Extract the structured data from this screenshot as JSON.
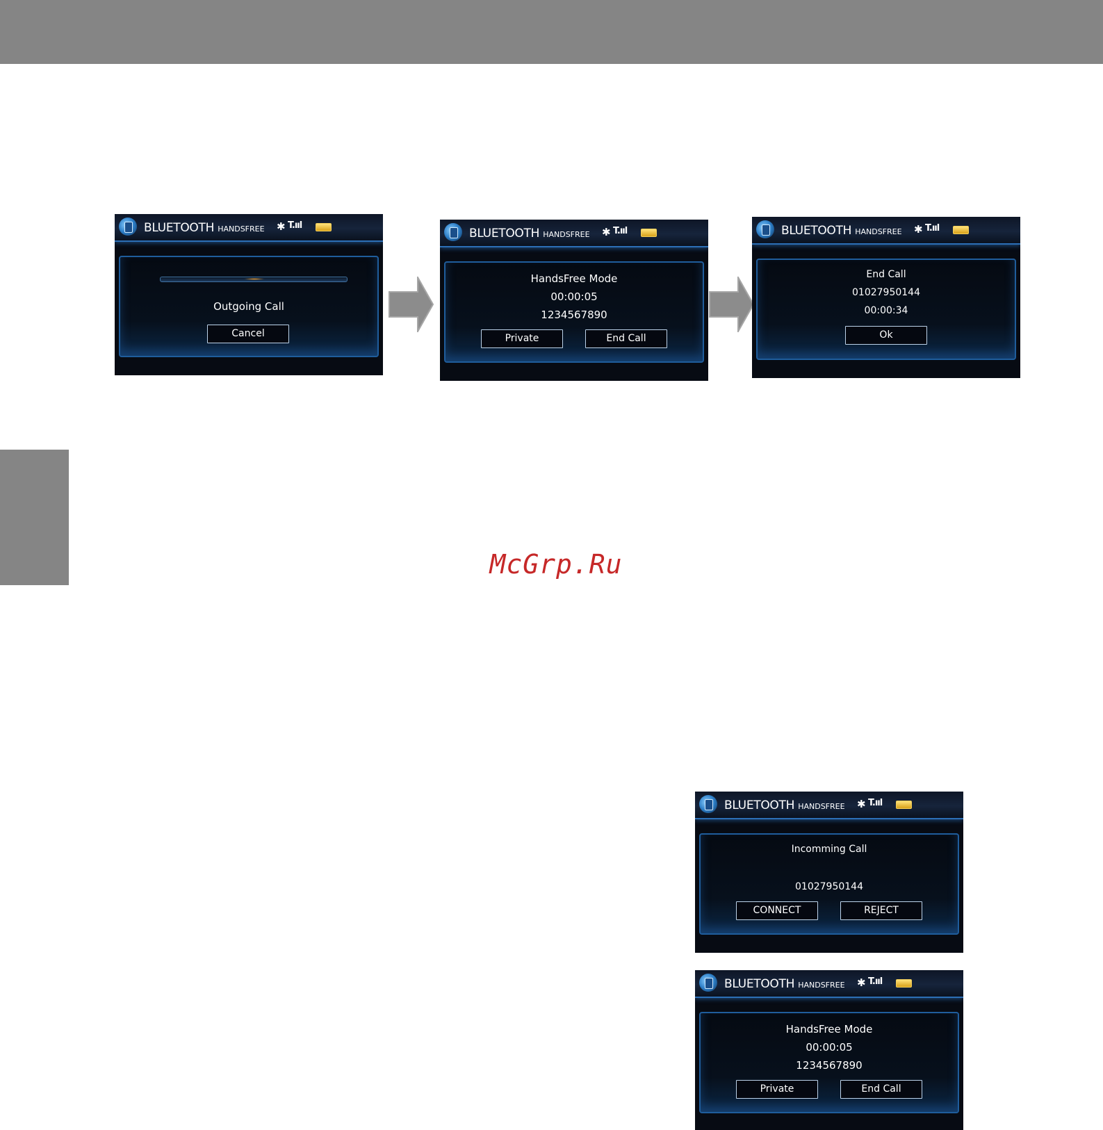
{
  "page": {
    "watermark": "McGrp.Ru"
  },
  "screen_header": {
    "brand": "BLUETOOTH",
    "brand_sub": "HANDSFREE",
    "signal": "T.ııl"
  },
  "screens": [
    {
      "lines": [
        "Outgoing Call"
      ],
      "buttons": [
        "Cancel"
      ],
      "progress": 0.5
    },
    {
      "lines": [
        "HandsFree Mode",
        "00:00:05",
        "1234567890"
      ],
      "buttons": [
        "Private",
        "End Call"
      ]
    },
    {
      "lines": [
        "End Call",
        "01027950144",
        "00:00:34"
      ],
      "buttons": [
        "Ok"
      ]
    },
    {
      "lines": [
        "Incomming Call",
        "01027950144"
      ],
      "buttons": [
        "CONNECT",
        "REJECT"
      ]
    },
    {
      "lines": [
        "HandsFree Mode",
        "00:00:05",
        "1234567890"
      ],
      "buttons": [
        "Private",
        "End Call"
      ]
    }
  ]
}
